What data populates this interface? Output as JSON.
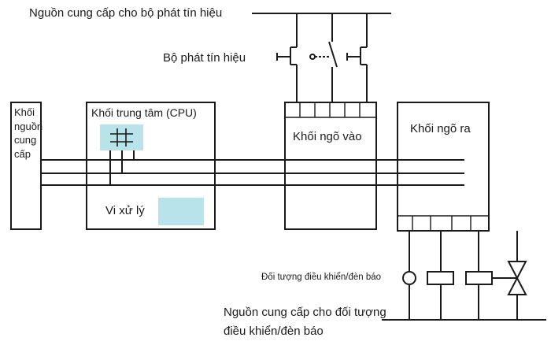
{
  "signal_supply": {
    "label": "Nguồn cung cấp cho bộ phát tín hiệu"
  },
  "signal_generator": {
    "label": "Bộ phát tín hiệu"
  },
  "power_block": {
    "label": "Khối nguồn cung cấp"
  },
  "cpu_block": {
    "title": "Khối trung tâm (CPU)",
    "processor_label": "Vi xử lý"
  },
  "input_block": {
    "label": "Khối ngõ vào"
  },
  "output_block": {
    "label": "Khối ngõ ra"
  },
  "actuators": {
    "label": "Đối tượng điều khiển/đèn báo"
  },
  "load_supply": {
    "label": "Nguồn cung cấp cho đối tượng điều khiển/đèn báo"
  },
  "colors": {
    "stroke": "#1a1a1a",
    "chip_fill": "#b9e3ea"
  }
}
